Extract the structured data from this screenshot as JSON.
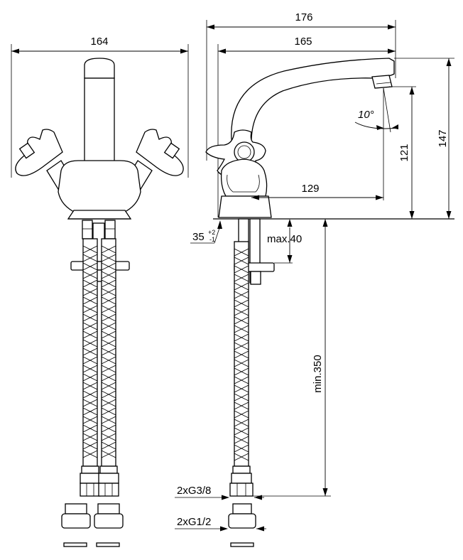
{
  "dimensions": {
    "front_width": "164",
    "overall_reach": "176",
    "spout_reach": "165",
    "overall_height": "147",
    "spout_height": "121",
    "handle_reach": "129",
    "spout_angle": "10°",
    "hole_diameter": "35",
    "hole_tol_plus": "+2",
    "hole_tol_minus": "-1",
    "max_deck": "max.40",
    "min_hose": "min.350",
    "thread_tap": "2xG3/8",
    "thread_supply": "2xG1/2"
  }
}
